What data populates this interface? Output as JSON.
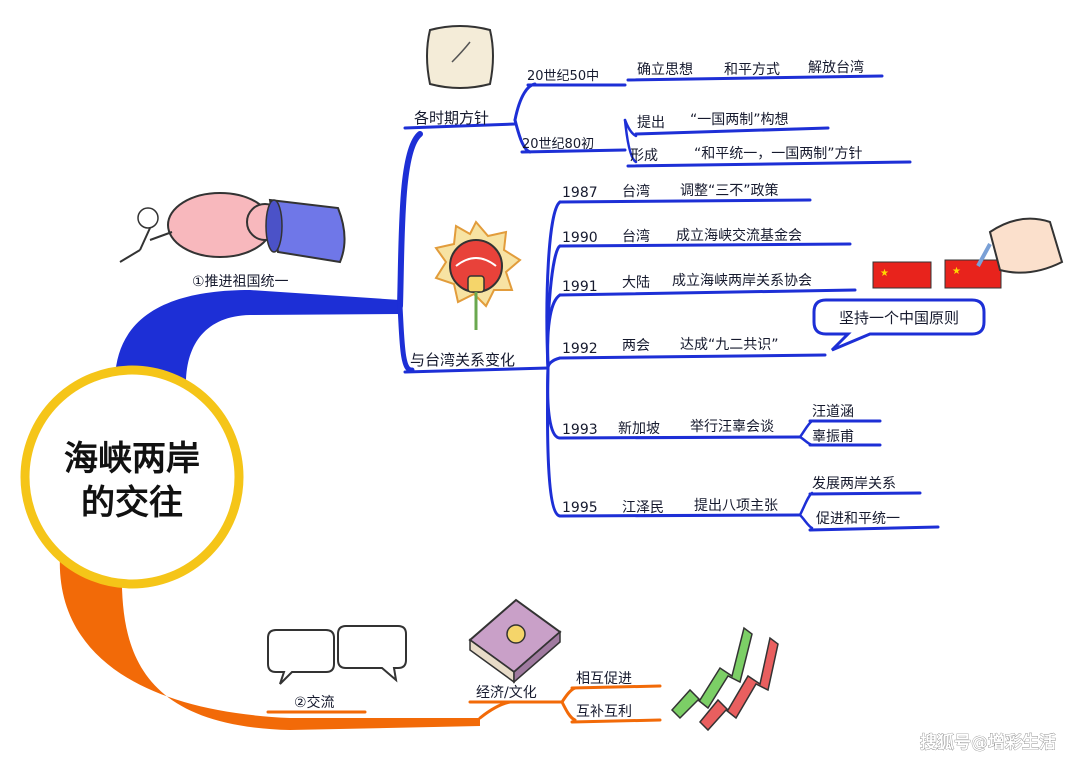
{
  "title_line1": "海峡两岸",
  "title_line2": "的交往",
  "colors": {
    "blue": "#1d2fd6",
    "orange": "#f26a08",
    "yellow": "#f5c518",
    "ink": "#161a2e",
    "red": "#e8231c"
  },
  "branch1": {
    "label": "①推进祖国统一",
    "policy": {
      "label": "各时期方针",
      "periods": [
        {
          "label": "20世纪50中",
          "items": [
            "确立思想",
            "和平方式",
            "解放台湾"
          ]
        },
        {
          "label": "20世纪80初",
          "items": [
            "提出",
            "“一国两制”构想",
            "形成",
            "“和平统一，一国两制”方针"
          ]
        }
      ]
    },
    "relations": {
      "label": "与台湾关系变化",
      "events": [
        {
          "year": "1987",
          "actor": "台湾",
          "action": "调整“三不”政策"
        },
        {
          "year": "1990",
          "actor": "台湾",
          "action": "成立海峡交流基金会"
        },
        {
          "year": "1991",
          "actor": "大陆",
          "action": "成立海峡两岸关系协会"
        },
        {
          "year": "1992",
          "actor": "两会",
          "action": "达成“九二共识”",
          "note": "坚持一个中国原则"
        },
        {
          "year": "1993",
          "actor": "新加坡",
          "action": "举行汪辜会谈",
          "subs": [
            "汪道涵",
            "辜振甫"
          ]
        },
        {
          "year": "1995",
          "actor": "江泽民",
          "action": "提出八项主张",
          "subs": [
            "发展两岸关系",
            "促进和平统一"
          ]
        }
      ]
    }
  },
  "branch2": {
    "label": "②交流",
    "sub": "经济/文化",
    "items": [
      "相互促进",
      "互补互利"
    ]
  },
  "watermark": "搜狐号@增彩生活"
}
